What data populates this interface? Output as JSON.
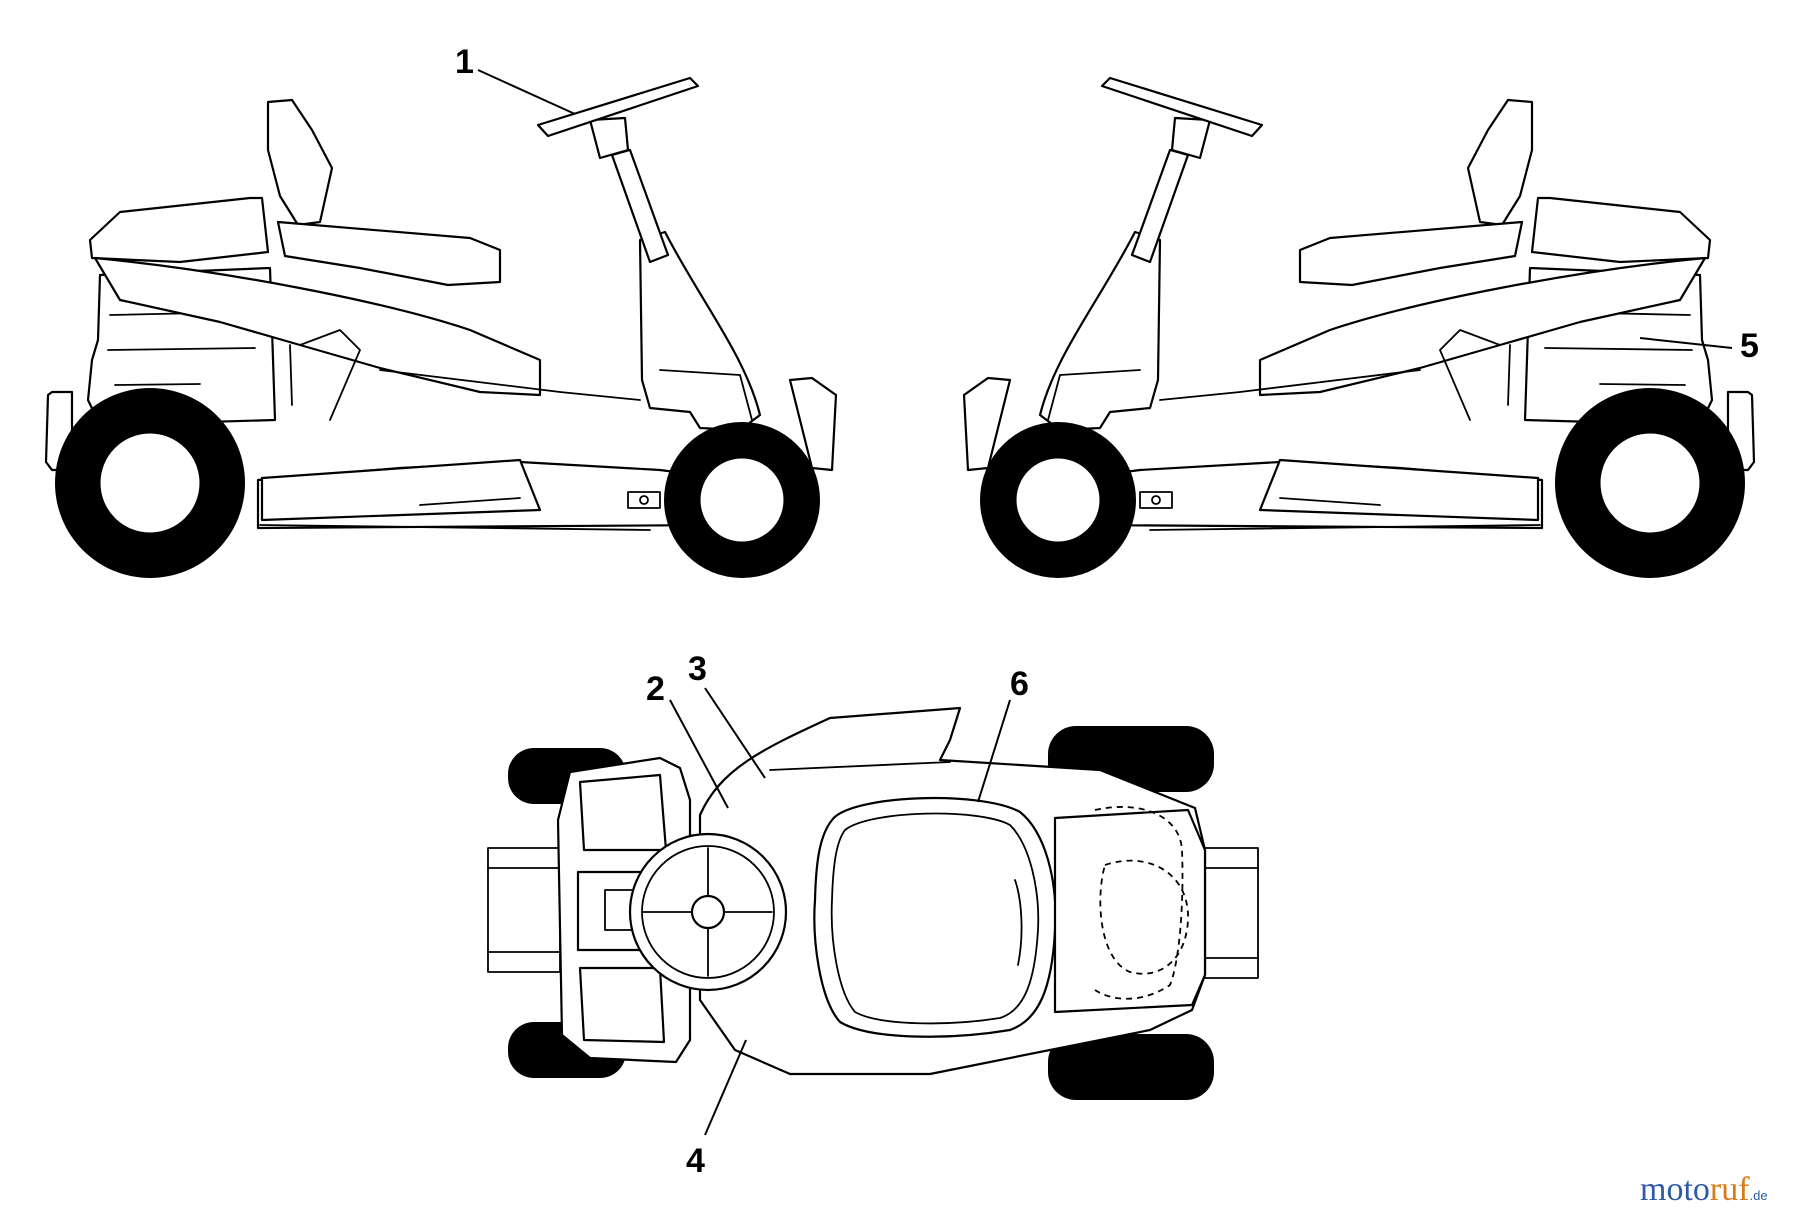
{
  "callouts": [
    {
      "id": "1",
      "label": "1"
    },
    {
      "id": "2",
      "label": "2"
    },
    {
      "id": "3",
      "label": "3"
    },
    {
      "id": "4",
      "label": "4"
    },
    {
      "id": "5",
      "label": "5"
    },
    {
      "id": "6",
      "label": "6"
    }
  ],
  "watermark": {
    "part1": "moto",
    "part2": "ruf",
    "part3": ".de",
    "colors": {
      "primary": "#2e5aa8",
      "accent": "#d9791a"
    }
  }
}
